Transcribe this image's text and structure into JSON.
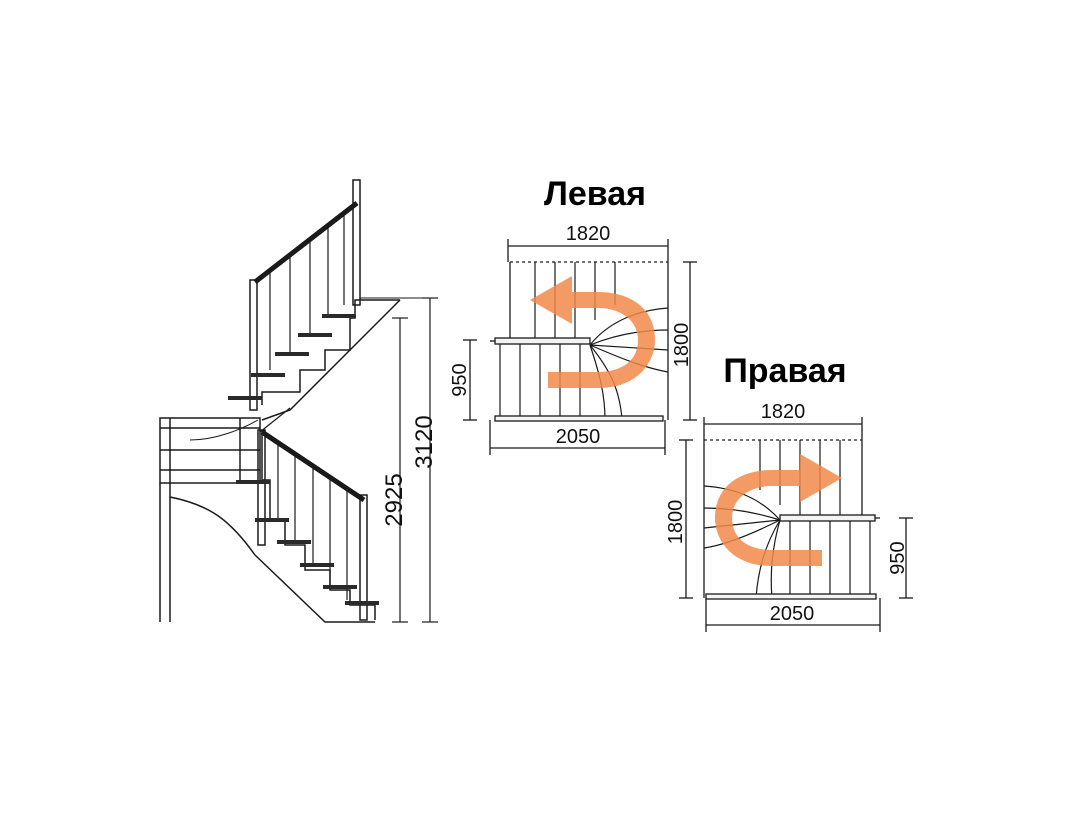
{
  "left_plan": {
    "title": "Левая",
    "width_top": "1820",
    "depth": "1800",
    "landing": "950",
    "width_bottom": "2050"
  },
  "right_plan": {
    "title": "Правая",
    "width_top": "1820",
    "depth": "1800",
    "landing": "950",
    "width_bottom": "2050"
  },
  "elevation": {
    "height_floor": "2925",
    "height_total": "3120"
  },
  "colors": {
    "arrow": "#f28a4a",
    "line": "#1a1a1a",
    "tread": "#2a2a2a"
  }
}
